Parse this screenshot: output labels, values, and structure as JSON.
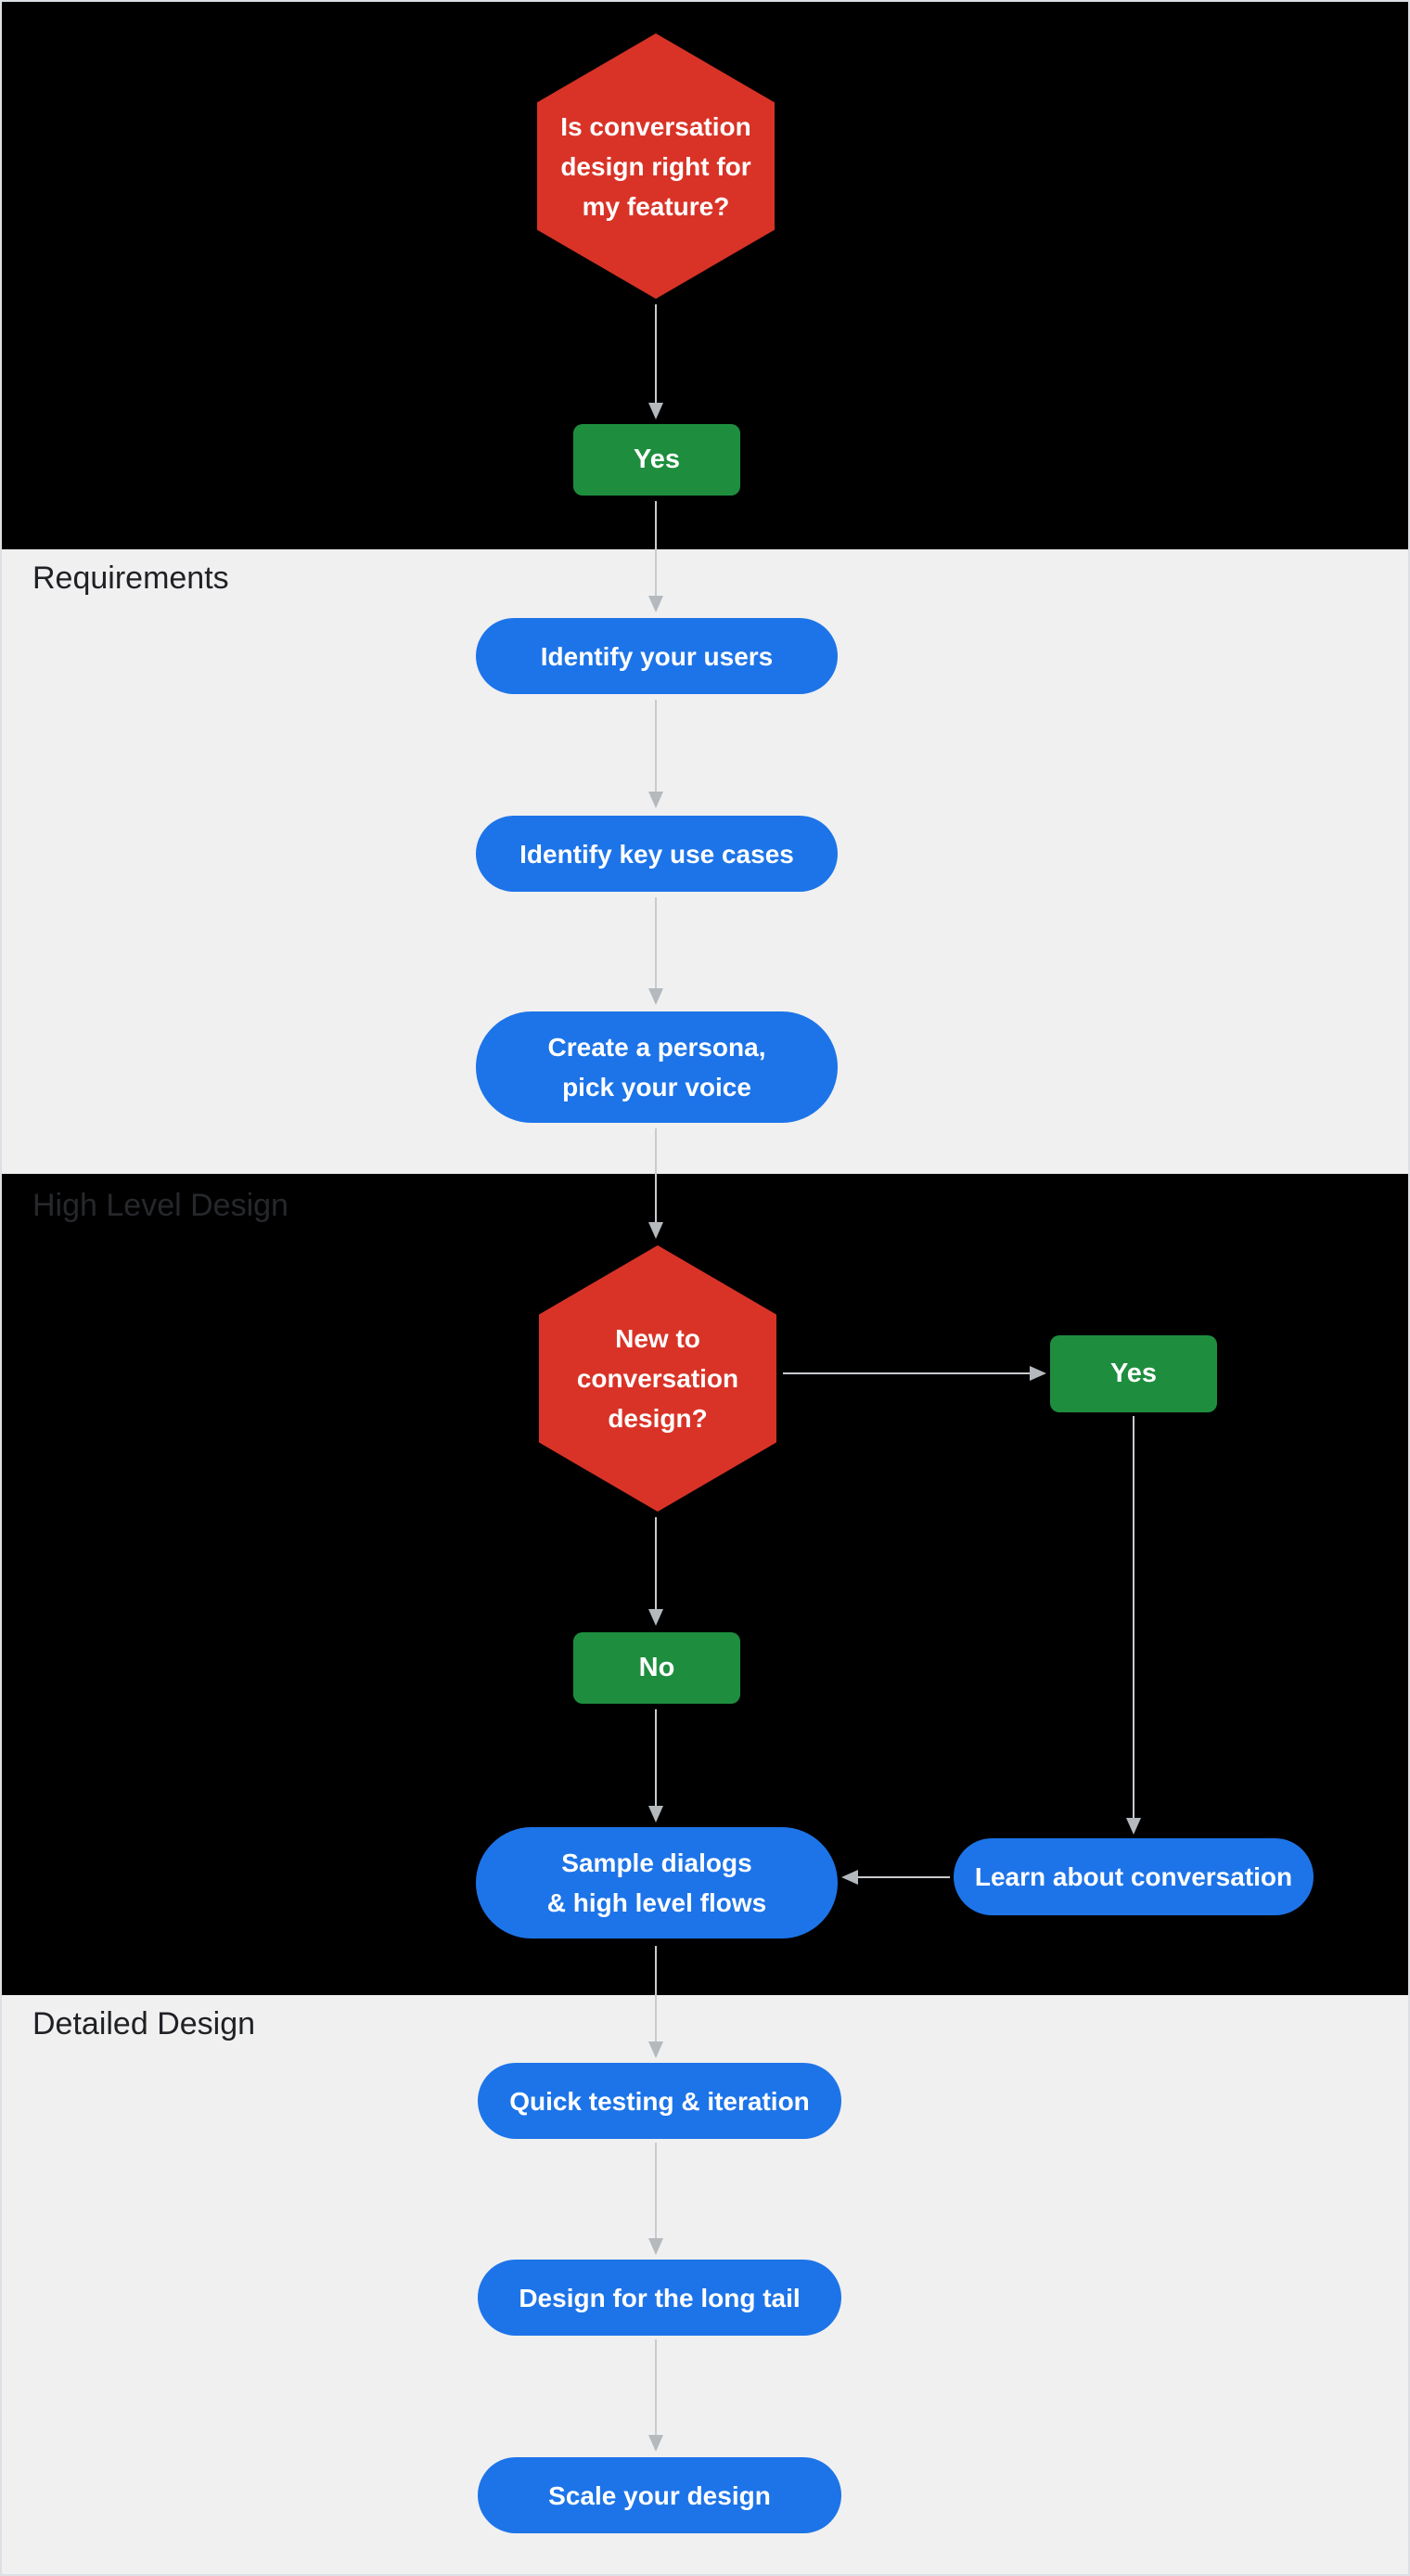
{
  "palette": {
    "red": "#d93327",
    "green": "#1e8e3e",
    "blue": "#1d74e8",
    "section_dark": "#000000",
    "section_light": "#f0f0f1",
    "label_dark": "#202124",
    "label_on_dark": "#26282c",
    "arrow_line": "#c8cbcf",
    "arrow_head": "#b4b9be",
    "node_text": "#ffffff"
  },
  "sections": {
    "requirements": {
      "label": "Requirements"
    },
    "high_level": {
      "label": "High Level Design"
    },
    "detailed": {
      "label": "Detailed Design"
    }
  },
  "nodes": {
    "q1": {
      "line1": "Is conversation",
      "line2": "design right for",
      "line3": "my feature?"
    },
    "yes1": {
      "label": "Yes"
    },
    "identify_users": {
      "label": "Identify your users"
    },
    "key_use_cases": {
      "label": "Identify key use cases"
    },
    "persona": {
      "line1": "Create a persona,",
      "line2": "pick your voice"
    },
    "q2": {
      "line1": "New to",
      "line2": "conversation",
      "line3": "design?"
    },
    "yes2": {
      "label": "Yes"
    },
    "no": {
      "label": "No"
    },
    "sample_dialogs": {
      "line1": "Sample dialogs",
      "line2": "& high level flows"
    },
    "learn": {
      "label": "Learn about conversation"
    },
    "quick_testing": {
      "label": "Quick testing & iteration"
    },
    "long_tail": {
      "label": "Design for the long tail"
    },
    "scale": {
      "label": "Scale your design"
    }
  }
}
